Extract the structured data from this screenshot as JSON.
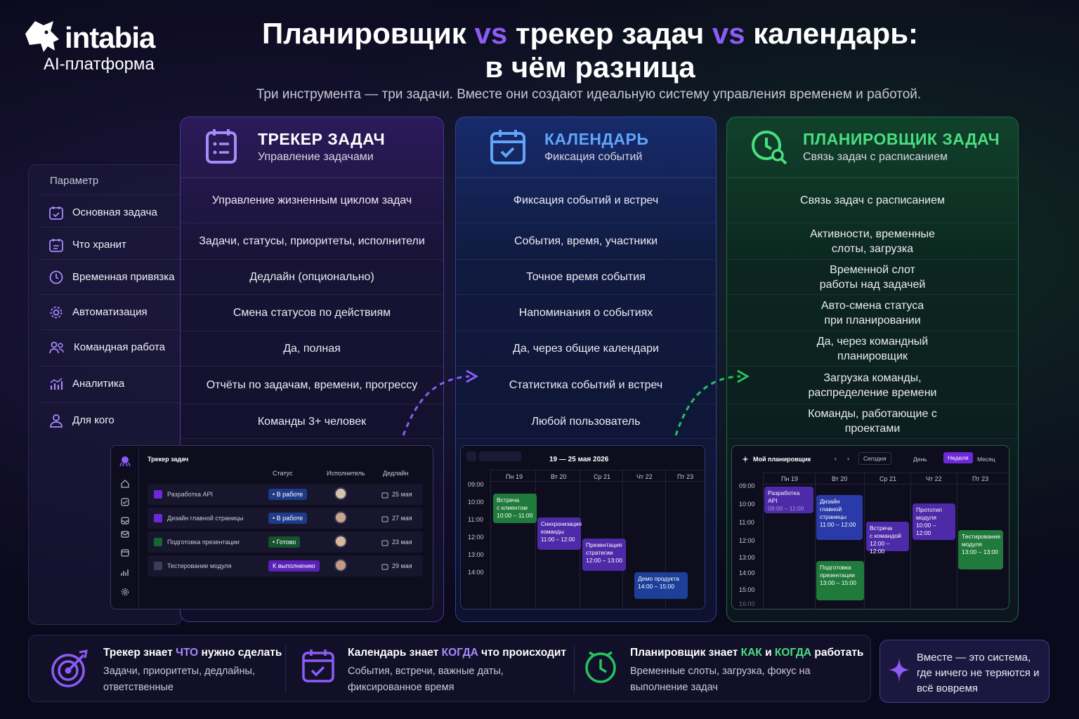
{
  "logo": {
    "brand": "intabia",
    "sub": "AI-платформа"
  },
  "header": {
    "title_l1_a": "Планировщик",
    "title_vs": "vs",
    "title_l1_b": "трекер задач",
    "title_l1_c": "календарь:",
    "title_l2": "в чём разница",
    "subtitle": "Три инструмента — три задачи. Вместе они создают идеальную систему управления временем и работой."
  },
  "params": {
    "heading": "Параметр",
    "items": [
      {
        "label": "Основная задача",
        "icon": "calendar-check-icon"
      },
      {
        "label": "Что хранит",
        "icon": "calendar-list-icon"
      },
      {
        "label": "Временная привязка",
        "icon": "clock-icon"
      },
      {
        "label": "Автоматизация",
        "icon": "gear-icon"
      },
      {
        "label": "Командная работа",
        "icon": "team-icon"
      },
      {
        "label": "Аналитика",
        "icon": "chart-icon"
      },
      {
        "label": "Для кого",
        "icon": "user-icon"
      }
    ]
  },
  "columns": [
    {
      "title": "ТРЕКЕР ЗАДАЧ",
      "sub": "Управление задачами",
      "color": "#c4b5fd",
      "icon": "task-list-icon",
      "cells": [
        "Управление жизненным циклом задач",
        "Задачи, статусы, приоритеты, исполнители",
        "Дедлайн (опционально)",
        "Смена статусов по действиям",
        "Да, полная",
        "Отчёты по задачам, времени, прогрессу",
        "Команды 3+ человек"
      ]
    },
    {
      "title": "КАЛЕНДАРЬ",
      "sub": "Фиксация событий",
      "color": "#60a5fa",
      "icon": "calendar-icon",
      "cells": [
        "Фиксация событий и встреч",
        "События, время, участники",
        "Точное время события",
        "Напоминания о событиях",
        "Да, через общие календари",
        "Статистика событий и встреч",
        "Любой пользователь"
      ]
    },
    {
      "title": "ПЛАНИРОВЩИК ЗАДАЧ",
      "sub": "Связь задач с расписанием",
      "color": "#4ade80",
      "icon": "clock-search-icon",
      "cells": [
        "Связь задач с расписанием",
        "Активности, временные слоты, загрузка",
        "Временной слот работы над задачей",
        "Авто-смена статуса при планировании",
        "Да, через командный планировщик",
        "Загрузка команды, распределение времени",
        "Команды, работающие с проектами"
      ]
    }
  ],
  "tracker": {
    "title": "Трекер задач",
    "h_status": "Статус",
    "h_assignee": "Исполнитель",
    "h_deadline": "Дедлайн",
    "rows": [
      {
        "name": "Разработка API",
        "status": "• В работе",
        "deadline": "25 мая",
        "status_color": "#1e3a8a"
      },
      {
        "name": "Дизайн главной страницы",
        "status": "• В работе",
        "deadline": "27 мая",
        "status_color": "#1e3a8a"
      },
      {
        "name": "Подготовка презентации",
        "status": "• Готово",
        "deadline": "23 мая",
        "status_color": "#14532d"
      },
      {
        "name": "Тестирование модуля",
        "status": "К выполнению",
        "deadline": "29 мая",
        "status_color": "#5b21b6"
      }
    ]
  },
  "calendar": {
    "range": "19 — 25 мая 2026",
    "days": [
      "Пн 19",
      "Вт 20",
      "Ср 21",
      "Чт 22",
      "Пт 23"
    ],
    "times": [
      "09:00",
      "10:00",
      "11:00",
      "12:00",
      "13:00",
      "14:00"
    ],
    "events": [
      {
        "t1": "Встреча",
        "t2": "с клиентом",
        "t3": "10:00 – 11:00",
        "color": "#1f7a3b"
      },
      {
        "t1": "Синхронизация",
        "t2": "команды",
        "t3": "11:00 – 12:00",
        "color": "#4c2aa8"
      },
      {
        "t1": "Презентация",
        "t2": "стратегии",
        "t3": "12:00 – 13:00",
        "color": "#4c2aa8"
      },
      {
        "t1": "Демо продукта",
        "t2": "",
        "t3": "14:00 – 15:00",
        "color": "#1d3f99"
      }
    ]
  },
  "planner": {
    "title": "Мой планировщик",
    "today": "Сегодня",
    "view_day": "День",
    "view_week": "Неделя",
    "view_month": "Месяц",
    "days": [
      "Пн 19",
      "Вт 20",
      "Ср 21",
      "Чт 22",
      "Пт 23"
    ],
    "times": [
      "09:00",
      "10:00",
      "11:00",
      "12:00",
      "13:00",
      "14:00",
      "15:00",
      "16:00"
    ],
    "events": [
      {
        "t1": "Разработка",
        "t2": "API",
        "t3": "09:00 – 11:00",
        "color": "#4c2aa8"
      },
      {
        "t1": "Дизайн",
        "t2": "главной страницы",
        "t3": "11:00 – 12:00",
        "color": "#2a3aa8"
      },
      {
        "t1": "Встреча",
        "t2": "с командой",
        "t3": "12:00 – 12:00",
        "color": "#4c2aa8"
      },
      {
        "t1": "Прототип",
        "t2": "модуля",
        "t3": "10:00 – 12:00",
        "color": "#4c2aa8"
      },
      {
        "t1": "Тестирование",
        "t2": "модуля",
        "t3": "13:00 – 13:00",
        "color": "#1f7a3b"
      },
      {
        "t1": "Подготовка",
        "t2": "презентации",
        "t3": "13:00 – 15:00",
        "color": "#1f7a3b"
      }
    ]
  },
  "bottom": [
    {
      "pre": "Трекер знает ",
      "key": "ЧТО",
      "post": " нужно сделать",
      "desc": "Задачи, приоритеты, дедлайны, ответственные",
      "key_color": "#a78bfa",
      "icon": "target-icon"
    },
    {
      "pre": "Календарь знает ",
      "key": "КОГДА",
      "post": " что происходит",
      "desc": "События, встречи, важные даты, фиксированное время",
      "key_color": "#a78bfa",
      "icon": "calendar-check-icon"
    },
    {
      "pre": "Планировщик знает ",
      "key": "КАК",
      "mid": " и ",
      "key2": "КОГДА",
      "post": " работать",
      "desc": "Временные слоты, загрузка, фокус на выполнение задач",
      "key_color": "#4ade80",
      "icon": "clock-icon"
    }
  ],
  "callout": {
    "text": "Вместе — это система, где ничего не теряются и всё вовремя",
    "icon": "sparkle-icon"
  }
}
